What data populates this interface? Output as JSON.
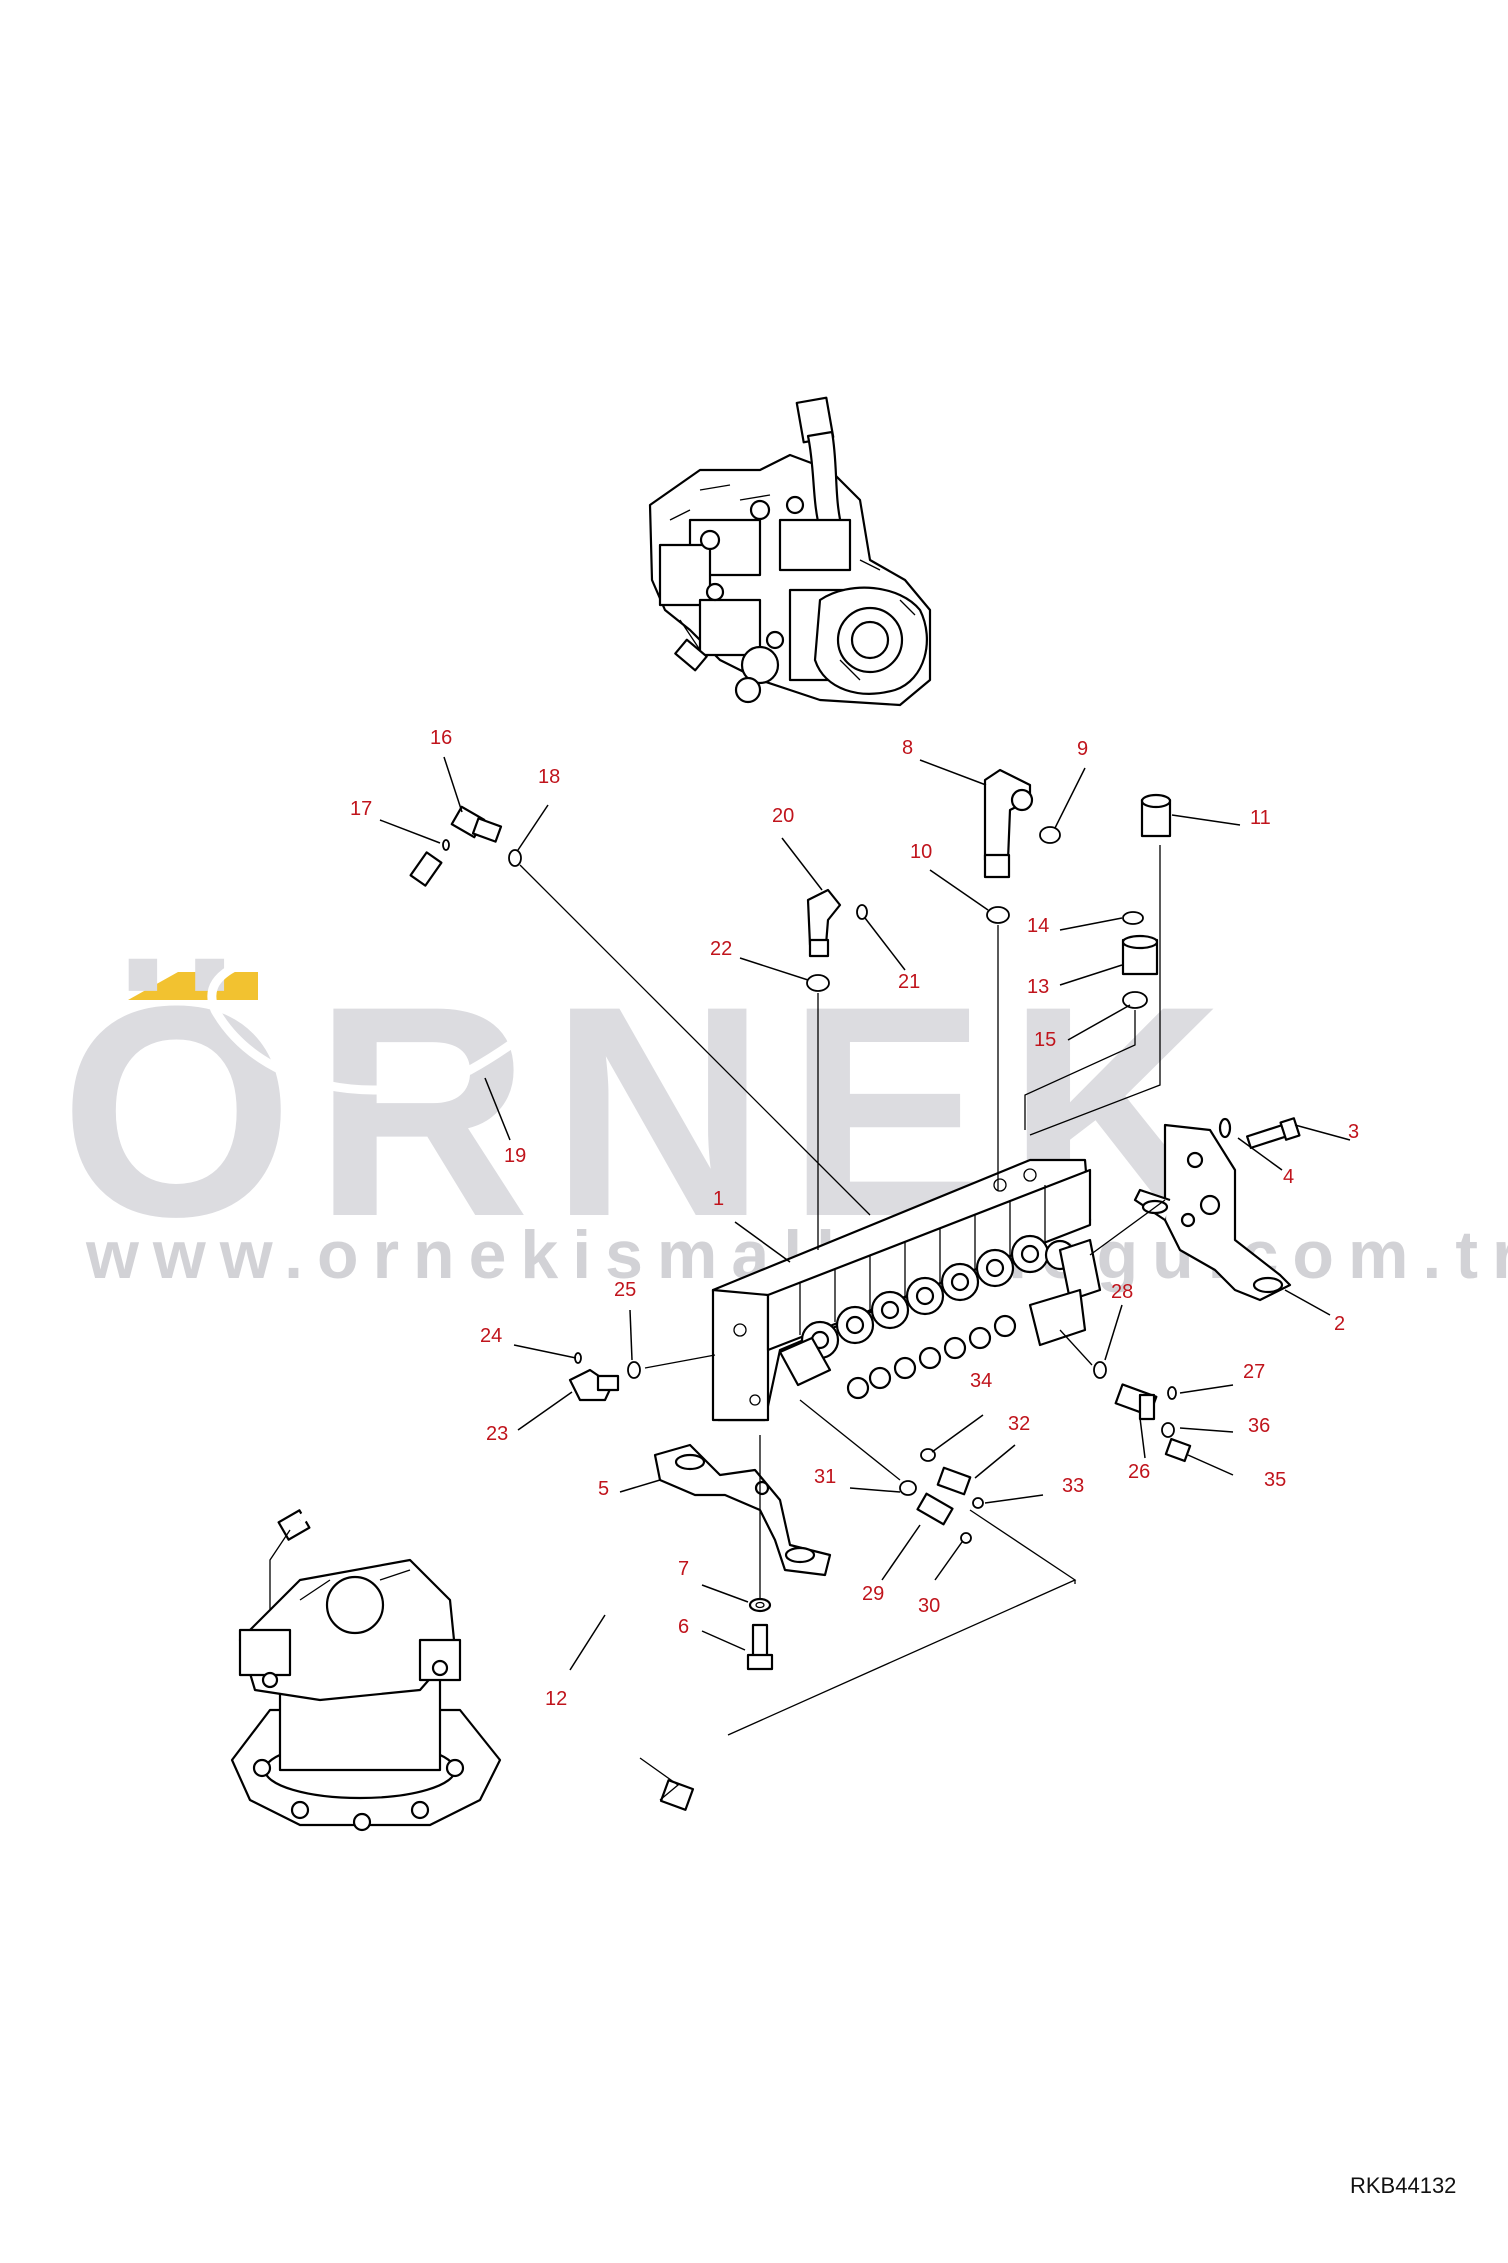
{
  "watermark": {
    "brand": "ÖRNEK",
    "url": "www.ornekismalkatalogu.com.tr",
    "accent_color": "#f2c230",
    "text_color": "#dcdce0"
  },
  "drawing_ref": "RKB44132",
  "callout_color": "#c0141c",
  "callouts": [
    {
      "id": "1",
      "label": "1"
    },
    {
      "id": "2",
      "label": "2"
    },
    {
      "id": "3",
      "label": "3"
    },
    {
      "id": "4",
      "label": "4"
    },
    {
      "id": "5",
      "label": "5"
    },
    {
      "id": "6",
      "label": "6"
    },
    {
      "id": "7",
      "label": "7"
    },
    {
      "id": "8",
      "label": "8"
    },
    {
      "id": "9",
      "label": "9"
    },
    {
      "id": "10",
      "label": "10"
    },
    {
      "id": "11",
      "label": "11"
    },
    {
      "id": "12",
      "label": "12"
    },
    {
      "id": "13",
      "label": "13"
    },
    {
      "id": "14",
      "label": "14"
    },
    {
      "id": "15",
      "label": "15"
    },
    {
      "id": "16",
      "label": "16"
    },
    {
      "id": "17",
      "label": "17"
    },
    {
      "id": "18",
      "label": "18"
    },
    {
      "id": "19",
      "label": "19"
    },
    {
      "id": "20",
      "label": "20"
    },
    {
      "id": "21",
      "label": "21"
    },
    {
      "id": "22",
      "label": "22"
    },
    {
      "id": "23",
      "label": "23"
    },
    {
      "id": "24",
      "label": "24"
    },
    {
      "id": "25",
      "label": "25"
    },
    {
      "id": "26",
      "label": "26"
    },
    {
      "id": "27",
      "label": "27"
    },
    {
      "id": "28",
      "label": "28"
    },
    {
      "id": "29",
      "label": "29"
    },
    {
      "id": "30",
      "label": "30"
    },
    {
      "id": "31",
      "label": "31"
    },
    {
      "id": "32",
      "label": "32"
    },
    {
      "id": "33",
      "label": "33"
    },
    {
      "id": "34",
      "label": "34"
    },
    {
      "id": "35",
      "label": "35"
    },
    {
      "id": "36",
      "label": "36"
    }
  ]
}
